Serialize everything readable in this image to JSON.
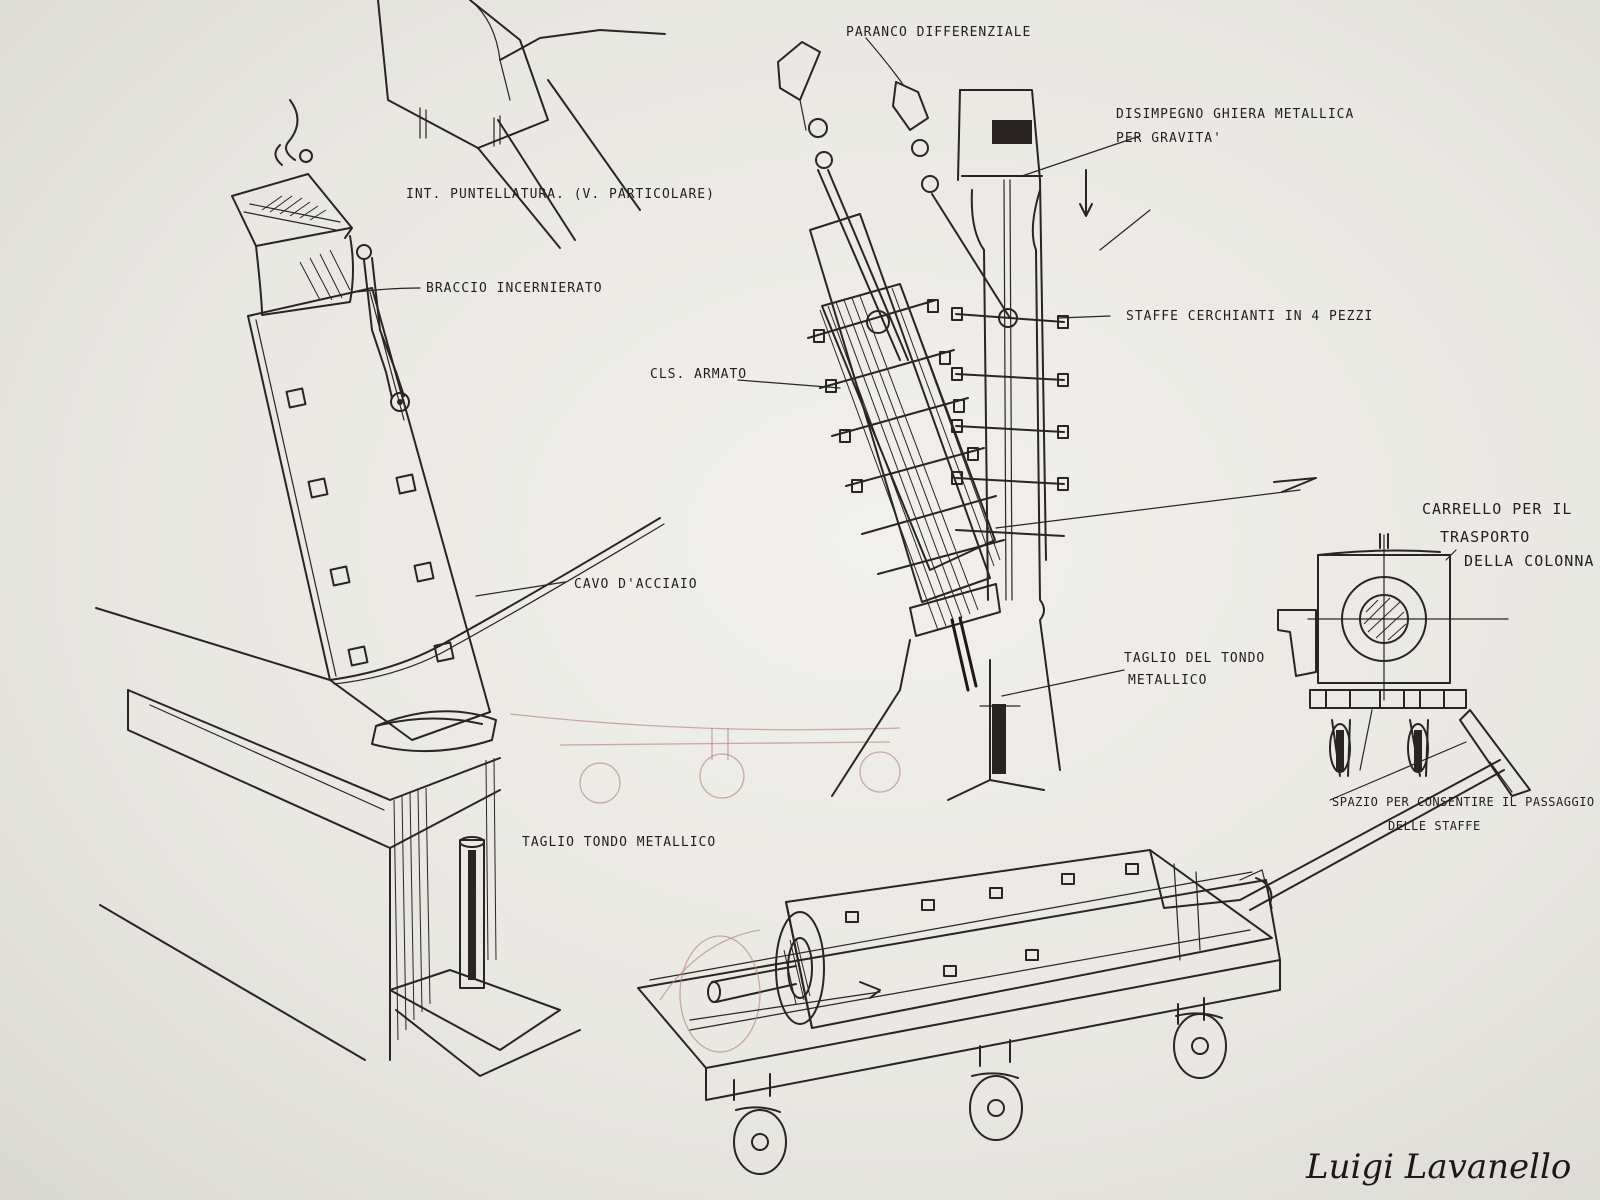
{
  "labels": {
    "int_puntellatura": "INT. PUNTELLATURA. (V. PARTICOLARE)",
    "braccio": "BRACCIO INCERNIERATO",
    "cavo": "CAVO D'ACCIAIO",
    "taglio_tondo": "TAGLIO TONDO METALLICO",
    "paranco": "PARANCO DIFFERENZIALE",
    "disimpegno_1": "DISIMPEGNO GHIERA METALLICA",
    "disimpegno_2": "PER GRAVITA'",
    "staffe": "STAFFE CERCHIANTI IN 4 PEZZI",
    "cls": "CLS. ARMATO",
    "taglio_del_1": "TAGLIO DEL TONDO",
    "taglio_del_2": "METALLICO",
    "carrello_1": "CARRELLO PER IL",
    "carrello_2": "TRASPORTO",
    "carrello_3": "DELLA COLONNA",
    "spazio_1": "SPAZIO PER CONSENTIRE IL PASSAGGIO",
    "spazio_2": "DELLE STAFFE"
  },
  "signature": "Luigi Lavanello"
}
